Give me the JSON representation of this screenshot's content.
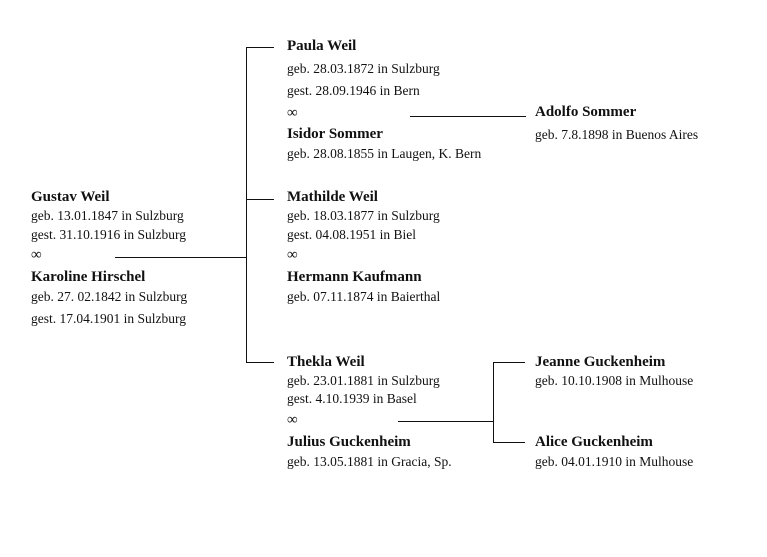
{
  "root": {
    "name": "Gustav Weil",
    "born": "geb. 13.01.1847 in Sulzburg",
    "died": "gest. 31.10.1916 in Sulzburg",
    "marriage": "∞",
    "spouse": {
      "name": "Karoline Hirschel",
      "born": "geb. 27. 02.1842 in Sulzburg",
      "died": "gest. 17.04.1901 in Sulzburg"
    }
  },
  "children": [
    {
      "name": "Paula Weil",
      "born": "geb. 28.03.1872 in Sulzburg",
      "died": "gest. 28.09.1946 in Bern",
      "marriage": "∞",
      "spouse": {
        "name": "Isidor Sommer",
        "born": "geb. 28.08.1855 in Laugen, K. Bern"
      },
      "children": [
        {
          "name": "Adolfo Sommer",
          "born": "geb. 7.8.1898 in Buenos Aires"
        }
      ]
    },
    {
      "name": "Mathilde Weil",
      "born": "geb. 18.03.1877 in Sulzburg",
      "died": "gest. 04.08.1951 in Biel",
      "marriage": "∞",
      "spouse": {
        "name": "Hermann Kaufmann",
        "born": "geb. 07.11.1874 in Baierthal"
      }
    },
    {
      "name": "Thekla Weil",
      "born": "geb. 23.01.1881 in Sulzburg",
      "died": "gest. 4.10.1939 in Basel",
      "marriage": "∞",
      "spouse": {
        "name": "Julius Guckenheim",
        "born": "geb. 13.05.1881 in Gracia, Sp."
      },
      "children": [
        {
          "name": "Jeanne Guckenheim",
          "born": "geb. 10.10.1908 in Mulhouse"
        },
        {
          "name": "Alice Guckenheim",
          "born": "geb. 04.01.1910 in Mulhouse"
        }
      ]
    }
  ]
}
